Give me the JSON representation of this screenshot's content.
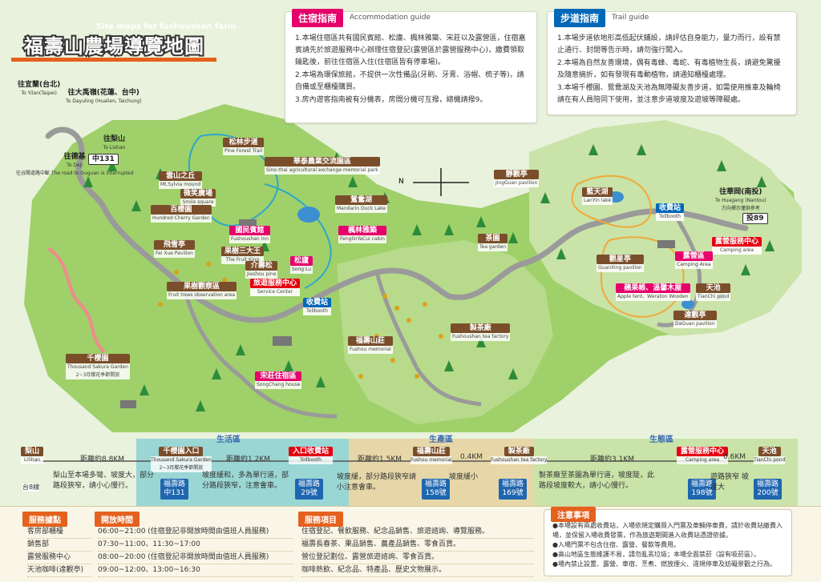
{
  "title": {
    "en": "Site maps for fushoushan farm",
    "zh": "福壽山農場導覽地圖"
  },
  "accommodation": {
    "title": "住宿指南",
    "title_en": "Accommodation guide",
    "items": [
      "1.本場住宿區共有國民賓館、松廬、楓林雅築、宋莊以及露營區，住宿嘉賓請先於旅遊服務中心辦理住宿登記(露營區於露營服務中心)，繳費領取鑰匙後，前往住宿區入住(住宿區皆有停車場)。",
      "2.本場為環保旅館，不提供一次性備品(牙刷、牙膏、浴帽、梳子等)，請自備或至櫃檯購買。",
      "3.房內遊客指南被有分機表，房間分機可互撥，總機請撥9。"
    ]
  },
  "trail": {
    "title": "步道指南",
    "title_en": "Trail guide",
    "items": [
      "1.本場步道依地形高低起伏鋪設，請評估自身能力，量力而行，設有禁止通行、封閉等告示時，請勿強行闖入。",
      "2.本場為自然友善環境，偶有毒蜂、毒蛇、有毒植物生長，請避免驚擾及隨意摘折，如有發現有毒動植物，請通知櫃檯處理。",
      "3.本場千櫻園、鴛鴦湖及天池為無障礙友善步道，如需使用推車及輪椅請在有人員陪同下使用，並注意步道坡度及遊坡等障礙處。"
    ]
  },
  "map_labels": {
    "yilan": {
      "zh": "往宜蘭(台北)",
      "en": "To Yilan(Taipei)"
    },
    "dayuling": {
      "zh": "往大禹嶺(花蓮、台中)",
      "en": "To Dayuling (Hualien, Taichung)"
    },
    "lishan_dir": {
      "zh": "往梨山",
      "en": "To Lishan"
    },
    "deji": {
      "zh": "往德基",
      "en": "To Deji",
      "note": "往谷關道路中斷 The road to Guguan is interrupted"
    },
    "road131": "中131",
    "songlin": {
      "zh": "松林步道",
      "en": "Pine Forest Trail"
    },
    "huatai": {
      "zh": "華泰農業交流園區",
      "en": "Sino-thai agricultural exchange memorial park"
    },
    "xueshan": {
      "zh": "雲山之丘",
      "en": "Mt.Sylvia mound"
    },
    "smile": {
      "zh": "微笑廣場",
      "en": "Smile square"
    },
    "hundred_cherry": {
      "zh": "百櫻園",
      "en": "Hundred Cherry Garden"
    },
    "guomin": {
      "zh": "國民賓館",
      "en": "Fushoushan Inn"
    },
    "mandarin": {
      "zh": "鴛鴦湖",
      "en": "Mandarin Duck Lake"
    },
    "fenglin": {
      "zh": "楓林雅築",
      "en": "FenglinYaCui cabin"
    },
    "feixue": {
      "zh": "飛雪亭",
      "en": "Fei Xue Pavilion"
    },
    "fruit_king": {
      "zh": "果樹三大王",
      "en": "The Fruit King"
    },
    "jieshou": {
      "zh": "介壽松",
      "en": "Jieshou pine"
    },
    "songlu": {
      "zh": "松廬",
      "en": "Song Lu"
    },
    "observation": {
      "zh": "果樹觀察區",
      "en": "Fruit trees observation area"
    },
    "service": {
      "zh": "旅遊服務中心",
      "en": "Service Center"
    },
    "toll1": {
      "zh": "收費站",
      "en": "Tollbooth"
    },
    "qianying": {
      "zh": "千櫻園",
      "en": "Thousand Sakura Garden",
      "note": "2~3月櫻花季節開放"
    },
    "songzhuang": {
      "zh": "宋莊住宿區",
      "en": "SongChang house"
    },
    "fushou_manor": {
      "zh": "福壽山莊",
      "en": "Fushou memorial"
    },
    "tea_factory": {
      "zh": "製茶廠",
      "en": "Fushoushan tea factory"
    },
    "tea_garden": {
      "zh": "茶園",
      "en": "Tea garden"
    },
    "jingguan": {
      "zh": "靜觀亭",
      "en": "JingGuan pavilion"
    },
    "lanyu": {
      "zh": "藍天湖",
      "en": "LanYin lake"
    },
    "toll2": {
      "zh": "收費站",
      "en": "Tollbooth"
    },
    "huagang": {
      "zh": "往華岡(南投)",
      "en": "To Huagang (Nantou)",
      "note": "方向標示僅供參考"
    },
    "road89": "投89",
    "camp_service": {
      "zh": "露營服務中心",
      "en": "Camping area"
    },
    "camp": {
      "zh": "露營區",
      "en": "Camping Area"
    },
    "guanxing": {
      "zh": "觀星亭",
      "en": "GuanXing pavilion"
    },
    "apple_tent": {
      "zh": "蘋果帳、溫馨木屋",
      "en": "Apple tent、Weraton Wooden"
    },
    "tianchi": {
      "zh": "天池",
      "en": "TianChi pond"
    },
    "dagauan": {
      "zh": "達觀亭",
      "en": "DaGuan pavilion"
    },
    "north": "N"
  },
  "zones": [
    {
      "name": "生活區"
    },
    {
      "name": "生產區"
    },
    {
      "name": "生態區"
    }
  ],
  "route": {
    "lishan": {
      "zh": "梨山",
      "en": "LiShan"
    },
    "tai8": "台8線",
    "qianying_entry": {
      "zh": "千櫻園入口",
      "en": "Thousand Sakura Garden",
      "note": "2~3月櫻花季節開放"
    },
    "bus131": "福壽路\n中131",
    "entry_toll": {
      "zh": "入口收費站",
      "en": "Tollbooth"
    },
    "bus29": "福壽路\n29號",
    "fushou_manor": {
      "zh": "福壽山莊",
      "en": "Fushou memorial"
    },
    "bus158": "福壽路\n158號",
    "tea_factory": {
      "zh": "製茶廠",
      "en": "Fushoushan tea factory"
    },
    "bus169": "福壽路\n169號",
    "camp": {
      "zh": "露營服務中心",
      "en": "Camping area"
    },
    "bus198": "福壽路\n198號",
    "tianchi": {
      "zh": "天池",
      "en": "TianChi pond"
    },
    "bus200": "福壽路\n200號",
    "d1": "距離約8.8KM",
    "d2": "距離約1.2KM",
    "d3": "距離約1.5KM",
    "d4": "0.4KM",
    "d5": "距離約3.1KM",
    "d6": "0.6KM",
    "n1": "梨山至本場多彎、坡度大，部分路段狹窄，請小心慢行。",
    "n2": "坡度緩和，多為單行道，部分路段狹窄，注意會車。",
    "n3": "坡度緩，部分路段狹窄請小注意會車。",
    "n4": "坡度緩小",
    "n5": "製茶廠至茶園為單行道，坡度陡，此路段坡度較大，請小心慢行。",
    "n6": "遊路狹窄 坡度大"
  },
  "services_table": {
    "header": {
      "place": "服務據點",
      "hours": "開放時間",
      "items": "服務項目"
    },
    "rows": [
      {
        "place": "客房部櫃檯",
        "hours": "06:00~21:00 (住宿登記非開放時間由值班人員服務)",
        "items": "住宿登記、餐飲服務、紀念品銷售、旅遊諮詢、導覽服務。"
      },
      {
        "place": "銷售部",
        "hours": "07:30~11:00、11:30~17:00",
        "items": "福壽長春茶、果品銷售、農產品銷售、零食百貨。"
      },
      {
        "place": "露營服務中心",
        "hours": "08:00~20:00 (住宿登記非開放時間由值班人員服務)",
        "items": "營位登記劃位、露營旅遊諮詢、零食百貨。"
      },
      {
        "place": "天池咖啡(達觀亭)",
        "hours": "09:00~12:00、13:00~16:30",
        "items": "咖啡熱飲、紀念品、特產品、歷史文物展示。"
      }
    ]
  },
  "notice": {
    "title": "注意事項",
    "items": [
      "●本場設有兩處收費站，入場依規定購買入門票及車輛停車費，請於收費站繳費入場，並保留入場收費發票，作為旅遊期間進入收費站憑證依據。",
      "●入場門票不包含住宿、露營、餐飲等費用。",
      "●高山地區生態維護不易，請勿亂丟垃圾；本場全面禁菸（設有吸菸區）。",
      "●場內禁止設置、露營、車宿、烹煮、燃放煙火、違規停車及妨礙景觀之行為。"
    ]
  },
  "colors": {
    "accent": "#e4611e",
    "road": "#9a9a9a",
    "brown": "#7a4e2b",
    "pink": "#e5006b",
    "red": "#e60012",
    "blue": "#0068b7"
  }
}
